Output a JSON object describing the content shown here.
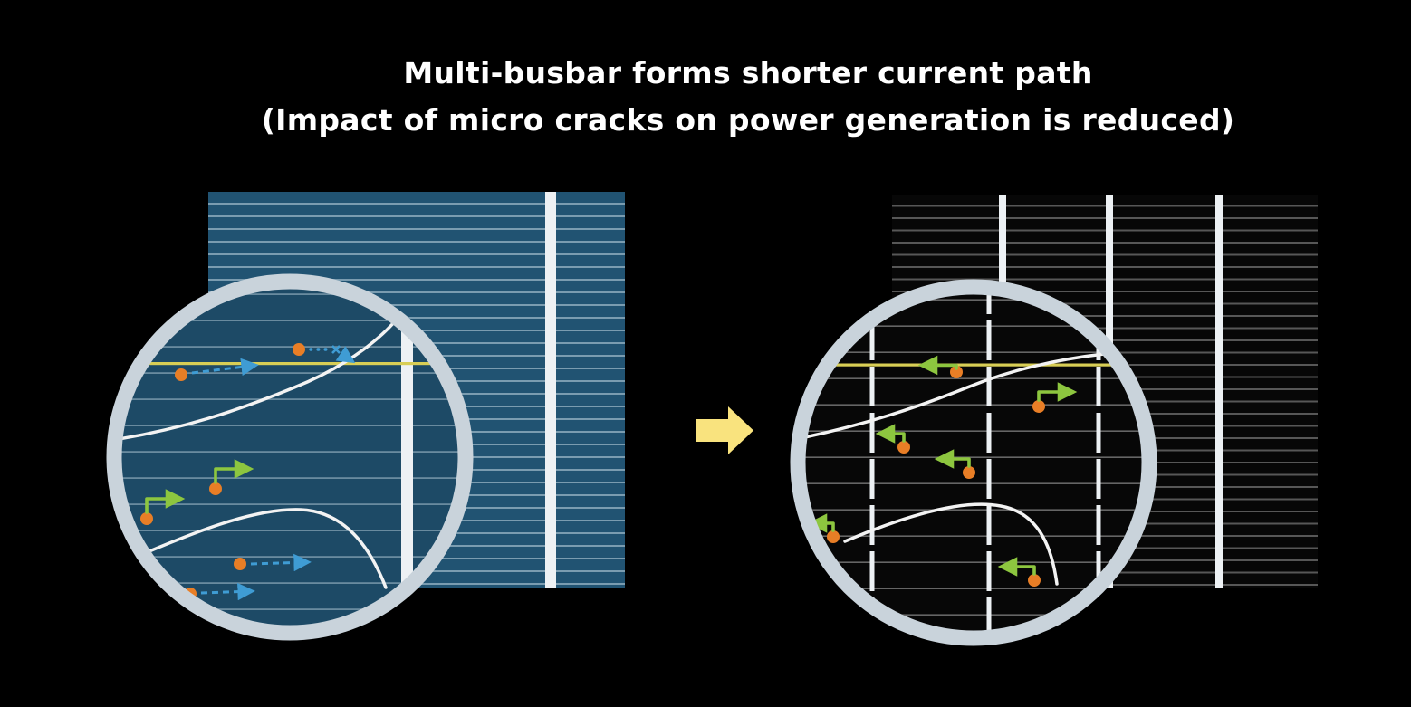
{
  "title": {
    "line1": "Multi-busbar forms shorter current path",
    "line2": "(Impact of micro cracks on power generation is reduced)"
  },
  "panels": {
    "left_cell": {
      "busbars_visible": 1
    },
    "right_cell": {
      "busbars_visible": 3
    },
    "left_magnifier": {
      "busbars_visible": 1
    },
    "right_magnifier": {
      "busbars_visible": 3
    }
  },
  "icons": {
    "flow_arrow": "block-arrow-right-icon",
    "magnifier_left": "magnifier-circle-icon",
    "magnifier_right": "magnifier-circle-icon"
  },
  "colors": {
    "page_bg": "#000000",
    "title_text": "#ffffff",
    "ring": "#c9d3db",
    "cell_blue": "#215372",
    "cell_blue_stripe": "rgba(210,228,238,0.5)",
    "magnifier_blue": "#1d4a66",
    "magnifier_blue_stripe": "rgba(210,228,238,0.42)",
    "cell_black": "#070707",
    "cell_black_stripe": "rgba(255,255,255,0.32)",
    "magnifier_black_stripe": "rgba(255,255,255,0.38)",
    "busbar": "#edf1f4",
    "yellow_line": "#d8ce55",
    "arrow_yellow": "#f9e37e",
    "dot_orange": "#e87e26",
    "arrow_green": "#8dc63f",
    "arrow_blue": "#3f9cd4",
    "crack": "#f3f3f3"
  }
}
